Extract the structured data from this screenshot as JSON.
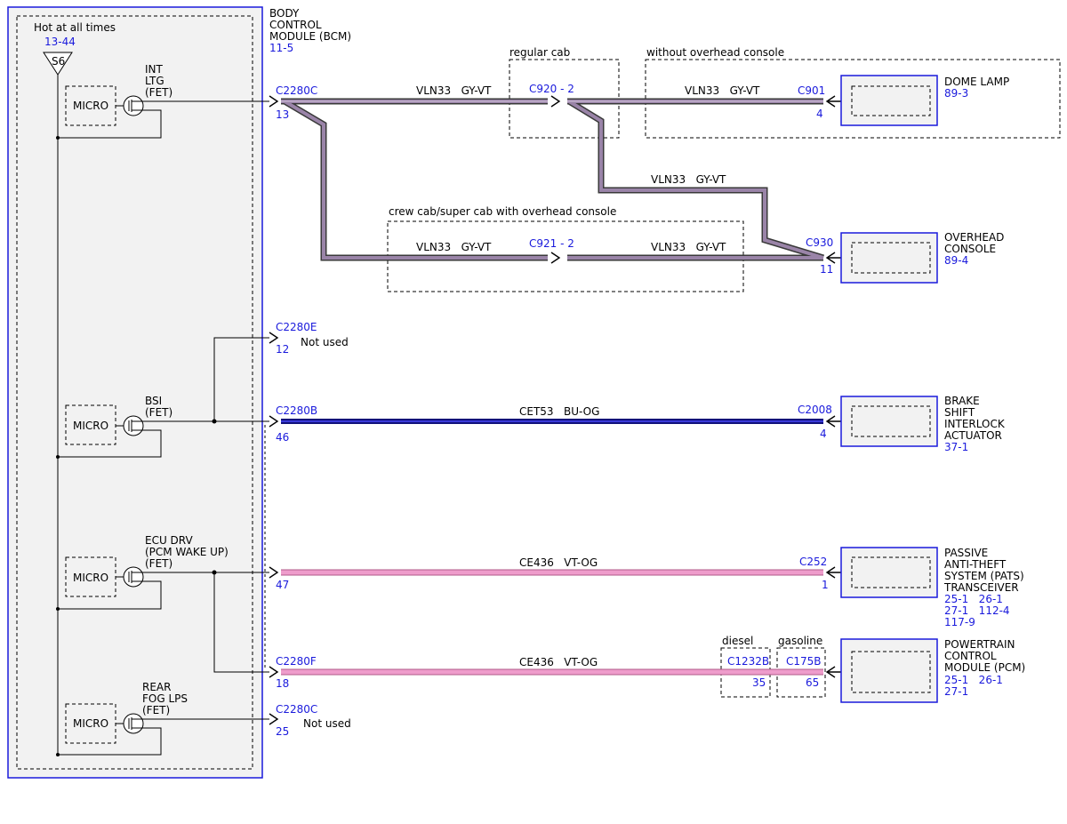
{
  "bcm": {
    "title": [
      "BODY",
      "CONTROL",
      "MODULE (BCM)"
    ],
    "ref": "11-5",
    "hot_label": "Hot at all times",
    "hot_ref": "13-44",
    "fuse": "S6",
    "micro_label": "MICRO",
    "fet_labels": {
      "int": [
        "INT",
        "LTG",
        "(FET)"
      ],
      "bsi": [
        "BSI",
        "(FET)"
      ],
      "ecu": [
        "ECU DRV",
        "(PCM WAKE UP)",
        "(FET)"
      ],
      "rear": [
        "REAR",
        "FOG LPS",
        "(FET)"
      ]
    }
  },
  "connectors": {
    "c2280c_top": {
      "name": "C2280C",
      "pin": "13"
    },
    "c2280e": {
      "name": "C2280E",
      "pin": "12",
      "note": "Not used"
    },
    "c2280b": {
      "name": "C2280B",
      "pin": "46"
    },
    "c2280_47": {
      "pin": "47"
    },
    "c2280f": {
      "name": "C2280F",
      "pin": "18"
    },
    "c2280c_bot": {
      "name": "C2280C",
      "pin": "25",
      "note": "Not used"
    },
    "c920": "C920 - 2",
    "c921": "C921 - 2",
    "c901": {
      "name": "C901",
      "pin": "4"
    },
    "c930": {
      "name": "C930",
      "pin": "11"
    },
    "c2008": {
      "name": "C2008",
      "pin": "4"
    },
    "c252": {
      "name": "C252",
      "pin": "1"
    },
    "c1232b": {
      "name": "C1232B",
      "pin": "35"
    },
    "c175b": {
      "name": "C175B",
      "pin": "65"
    }
  },
  "wires": {
    "vln33": "VLN33   GY-VT",
    "cet53": "CET53   BU-OG",
    "ce436": "CE436   VT-OG"
  },
  "boxes": {
    "regular_cab": "regular cab",
    "without_overhead": "without overhead console",
    "crew_cab": "crew cab/super cab with overhead console",
    "diesel": "diesel",
    "gasoline": "gasoline"
  },
  "components": {
    "dome": {
      "lines": [
        "DOME LAMP"
      ],
      "refs": [
        "89-3"
      ]
    },
    "overhead": {
      "lines": [
        "OVERHEAD",
        "CONSOLE"
      ],
      "refs": [
        "89-4"
      ]
    },
    "brake": {
      "lines": [
        "BRAKE",
        "SHIFT",
        "INTERLOCK",
        "ACTUATOR"
      ],
      "refs": [
        "37-1"
      ]
    },
    "pats": {
      "lines": [
        "PASSIVE",
        "ANTI-THEFT",
        "SYSTEM (PATS)",
        "TRANSCEIVER"
      ],
      "refs": [
        "25-1   26-1",
        "27-1   112-4",
        "117-9"
      ]
    },
    "pcm": {
      "lines": [
        "POWERTRAIN",
        "CONTROL",
        "MODULE (PCM)"
      ],
      "refs": [
        "25-1   26-1",
        "27-1"
      ]
    }
  },
  "colors": {
    "module_border": "#1a1adc",
    "pin_text": "#1a1adc",
    "wire_gy_vt": "#9a84a8",
    "wire_bu_og": "#2a2ab0",
    "wire_vt_og": "#e895c3",
    "module_fill": "#f2f2f2"
  }
}
